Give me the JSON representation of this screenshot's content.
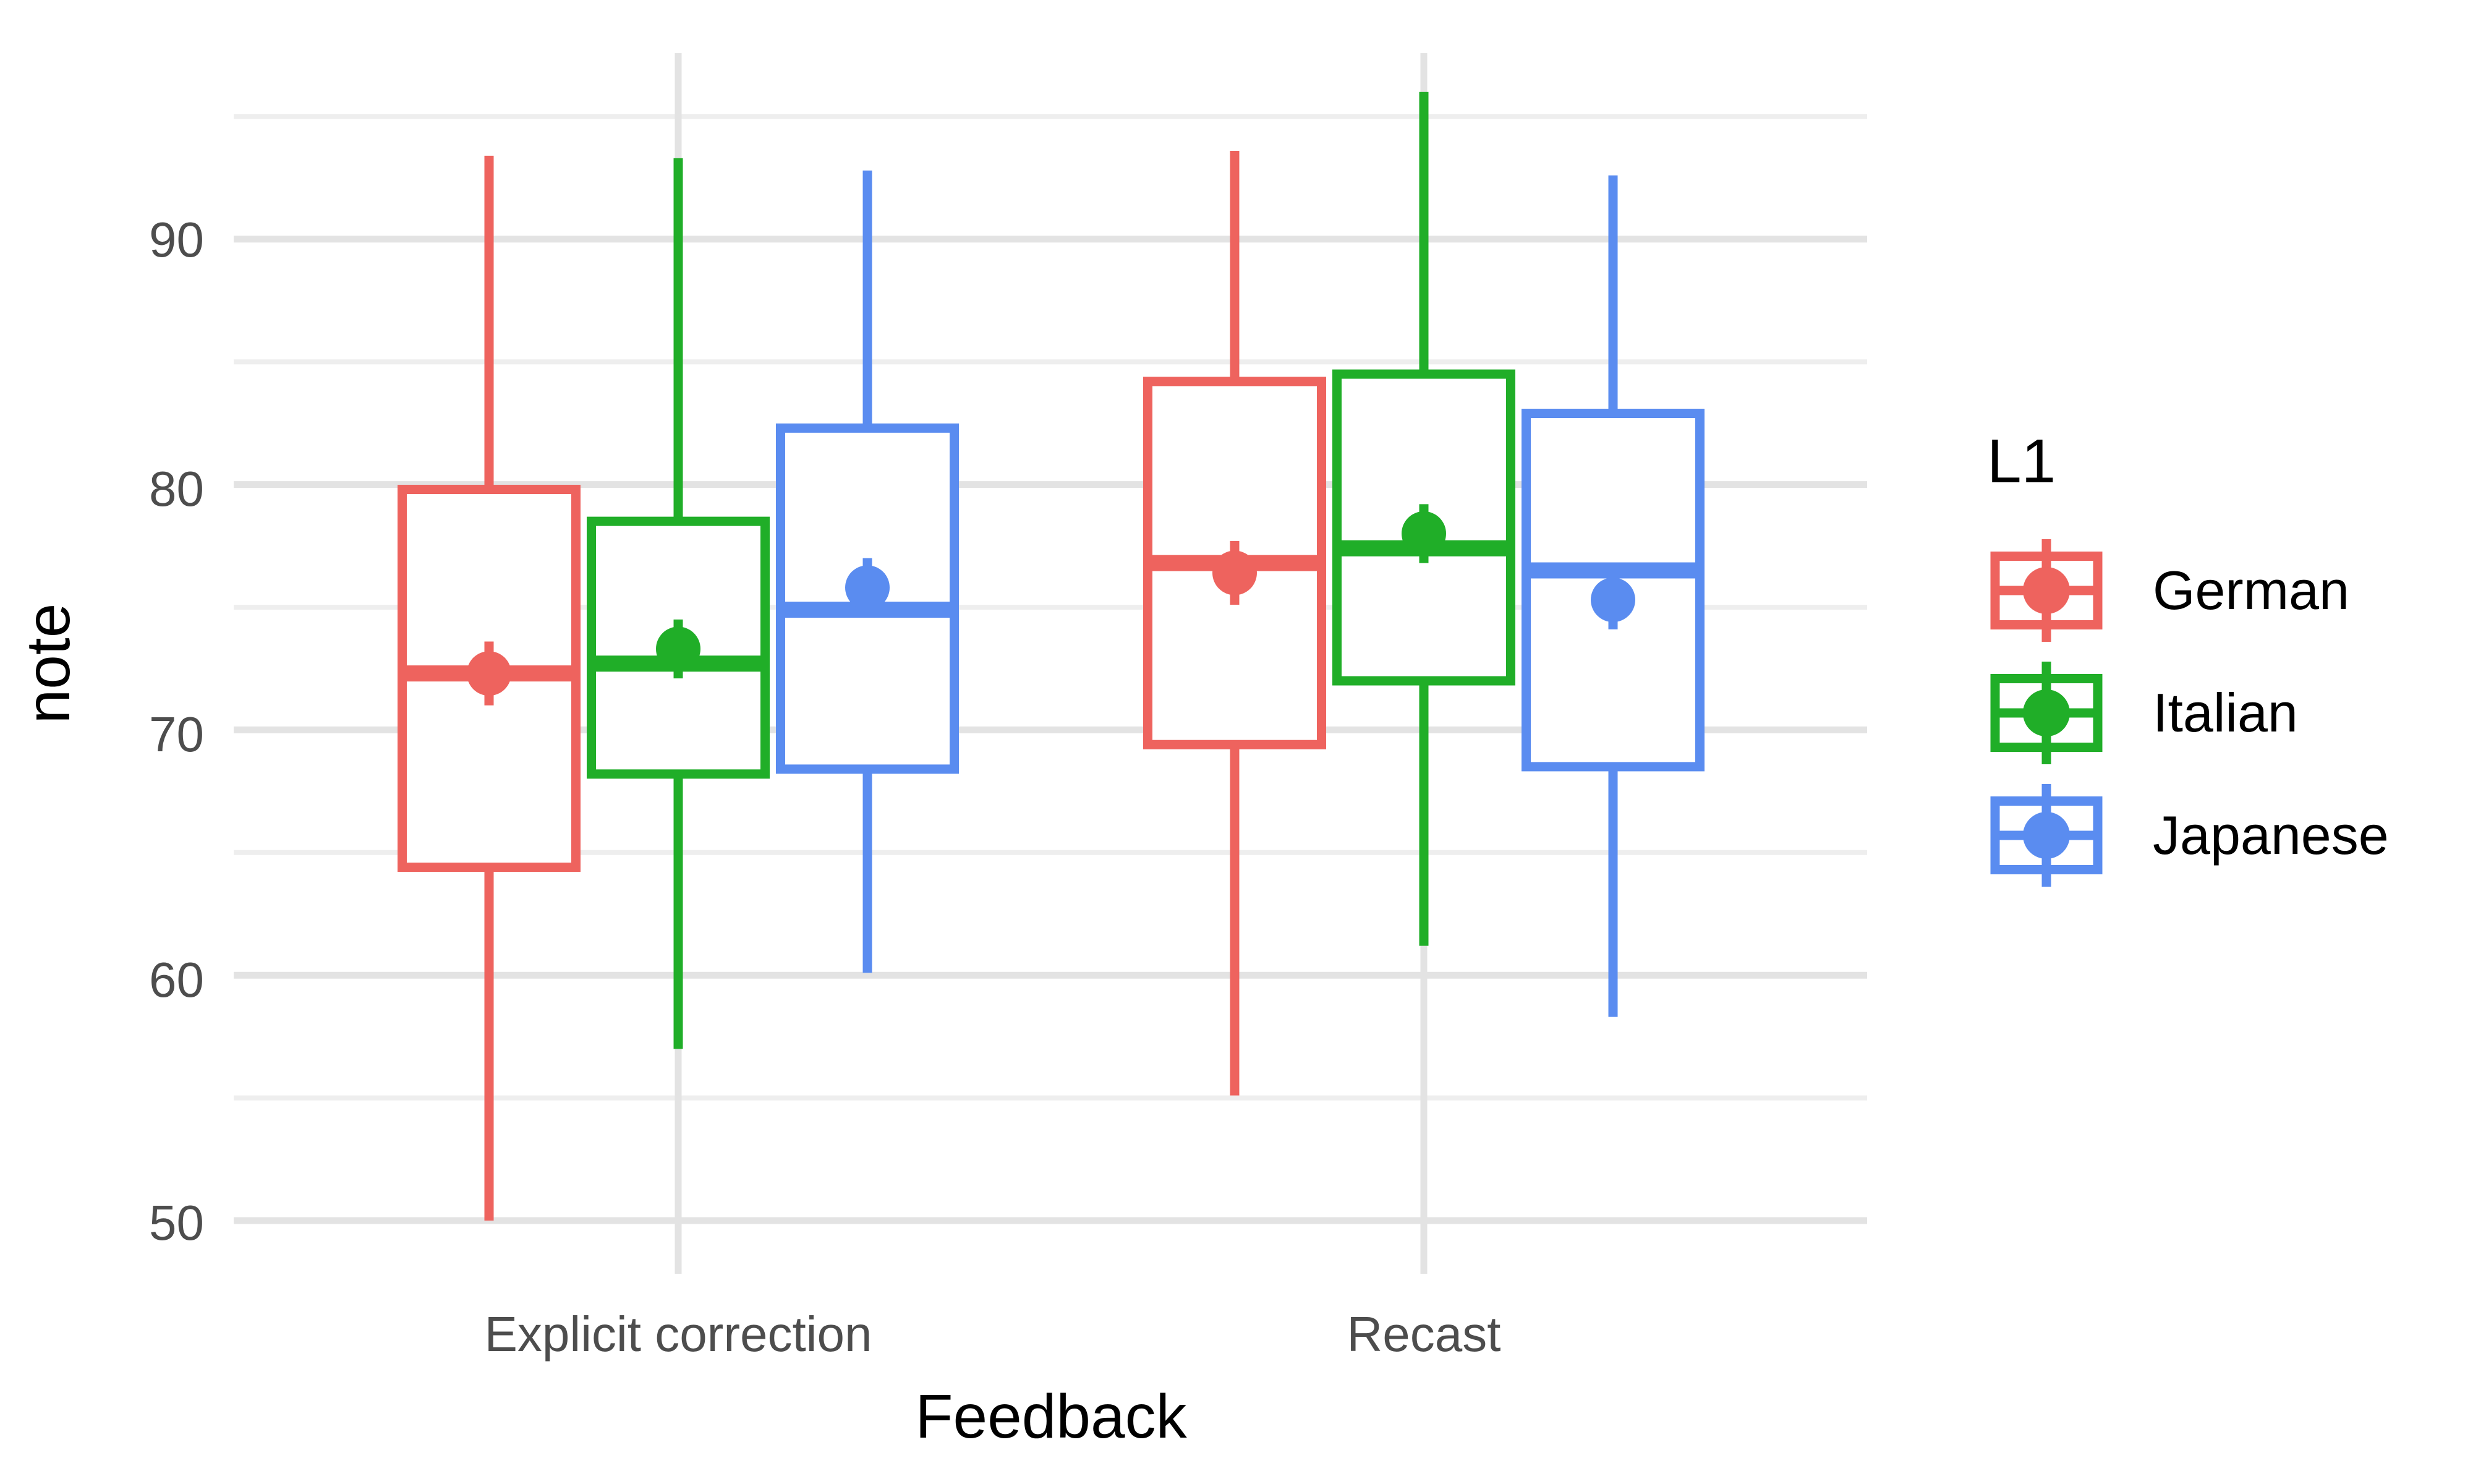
{
  "figure": {
    "background_color": "#ffffff",
    "panel_background_color": "#ffffff",
    "grid_major_color": "#e3e3e3",
    "grid_minor_color": "#eeeeee",
    "tick_label_color": "#4d4d4d",
    "title_color": "#000000"
  },
  "chart_data": {
    "type": "grouped_boxplot",
    "title": "",
    "xlabel": "Feedback",
    "ylabel": "note",
    "categories": [
      "Explicit correction",
      "Recast"
    ],
    "y_ticks": [
      50,
      60,
      70,
      80,
      90
    ],
    "y_tick_labels": [
      "50",
      "60",
      "70",
      "80",
      "90"
    ],
    "y_minor_ticks": [
      55,
      65,
      75,
      85,
      95
    ],
    "ylim": [
      47.8,
      97.6
    ],
    "grid": true,
    "legend": {
      "title": "L1",
      "position": "right"
    },
    "series": [
      {
        "name": "German",
        "color": "#ee635e",
        "boxes": [
          {
            "category": "Explicit correction",
            "whisker_low": 50.0,
            "q1": 64.4,
            "median": 72.3,
            "q3": 79.8,
            "whisker_high": 93.4,
            "mean": 72.3,
            "mean_se": 1.3
          },
          {
            "category": "Recast",
            "whisker_low": 55.1,
            "q1": 69.4,
            "median": 76.8,
            "q3": 84.2,
            "whisker_high": 93.6,
            "mean": 76.4,
            "mean_se": 1.3
          }
        ]
      },
      {
        "name": "Italian",
        "color": "#20ae28",
        "boxes": [
          {
            "category": "Explicit correction",
            "whisker_low": 57.0,
            "q1": 68.2,
            "median": 72.7,
            "q3": 78.5,
            "whisker_high": 93.3,
            "mean": 73.3,
            "mean_se": 1.2
          },
          {
            "category": "Recast",
            "whisker_low": 61.2,
            "q1": 72.0,
            "median": 77.4,
            "q3": 84.5,
            "whisker_high": 96.0,
            "mean": 78.0,
            "mean_se": 1.2
          }
        ]
      },
      {
        "name": "Japanese",
        "color": "#5a8cf0",
        "boxes": [
          {
            "category": "Explicit correction",
            "whisker_low": 60.1,
            "q1": 68.4,
            "median": 74.9,
            "q3": 82.3,
            "whisker_high": 92.8,
            "mean": 75.8,
            "mean_se": 1.2
          },
          {
            "category": "Recast",
            "whisker_low": 58.3,
            "q1": 68.5,
            "median": 76.5,
            "q3": 82.9,
            "whisker_high": 92.6,
            "mean": 75.3,
            "mean_se": 1.2
          }
        ]
      }
    ]
  }
}
